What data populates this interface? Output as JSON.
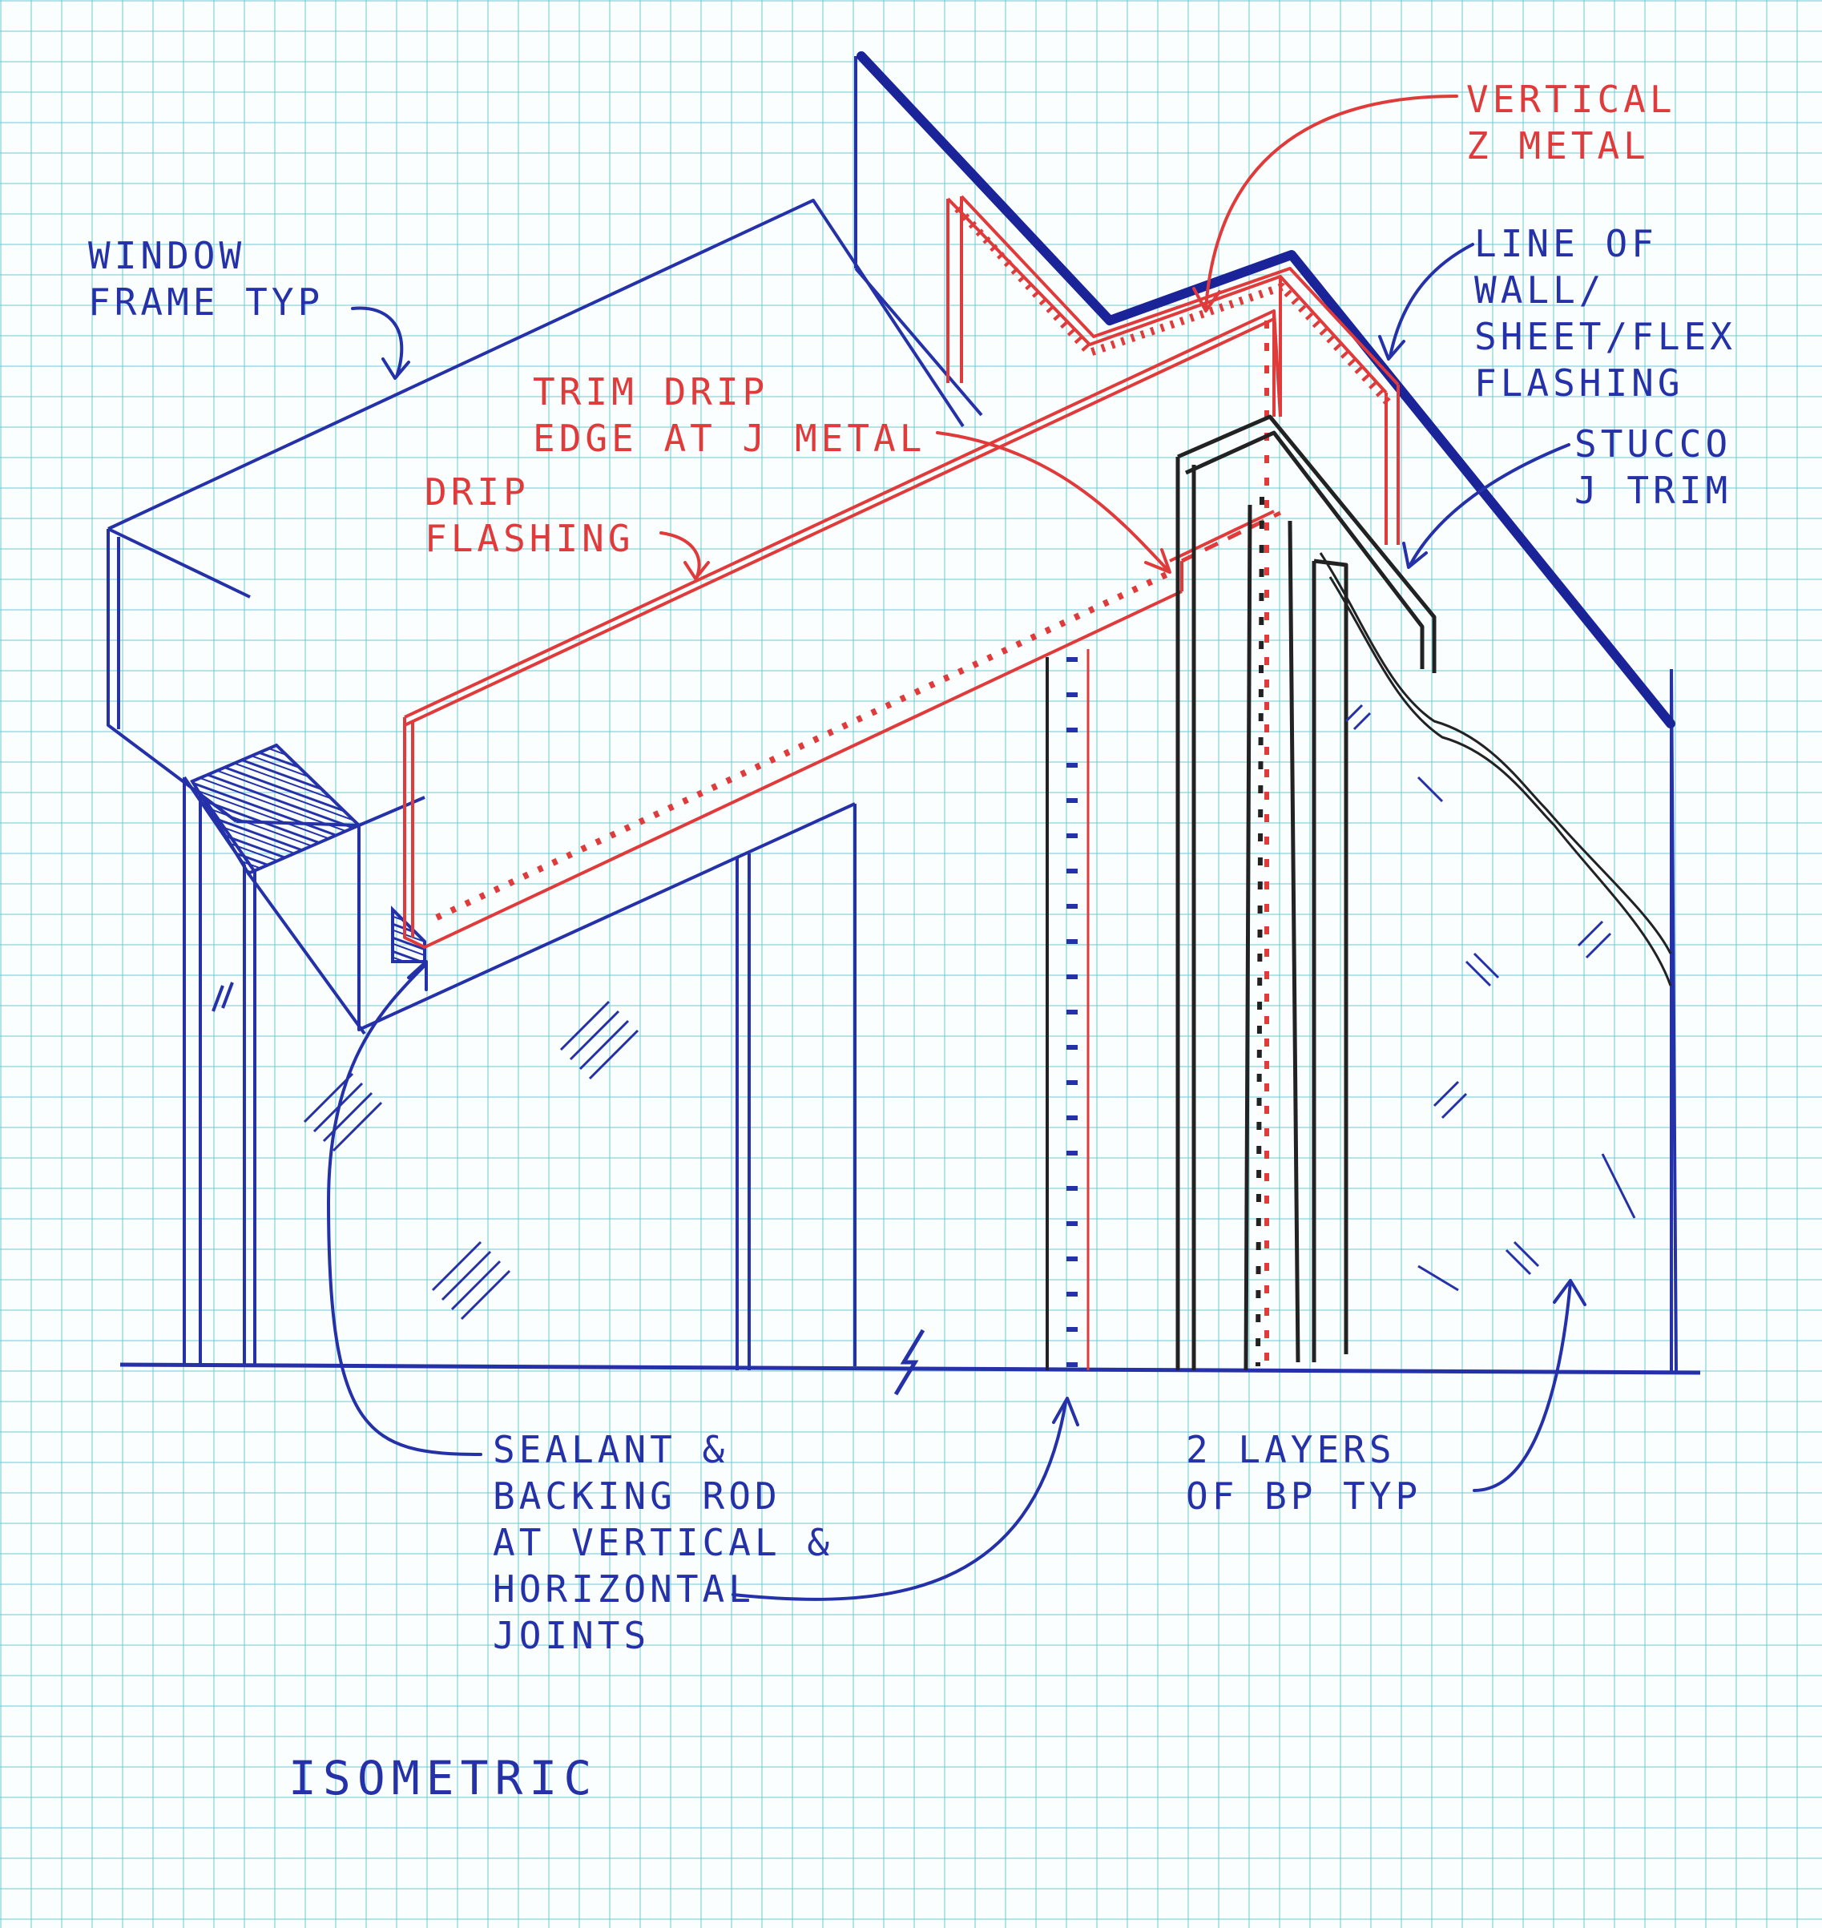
{
  "labels": {
    "window_frame": "WINDOW\nFRAME TYP",
    "vertical_z_metal": "VERTICAL\nZ METAL",
    "line_of_wall": "LINE OF\nWALL/\nSHEET/FLEX\nFLASHING",
    "stucco_j_trim": "STUCCO\nJ TRIM",
    "trim_drip_edge": "TRIM DRIP\nEDGE AT J METAL",
    "drip_flashing": "DRIP\nFLASHING",
    "sealant_backing_rod": "SEALANT &\nBACKING ROD\nAT VERTICAL &\nHORIZONTAL\nJOINTS",
    "two_layers_bp": "2 LAYERS\nOF BP TYP",
    "isometric": "ISOMETRIC"
  },
  "colors": {
    "ink_blue": "#2531a8",
    "ink_navy": "#1a2398",
    "ink_red": "#e03a3a",
    "ink_black": "#222222",
    "grid": "#78cdd7"
  }
}
